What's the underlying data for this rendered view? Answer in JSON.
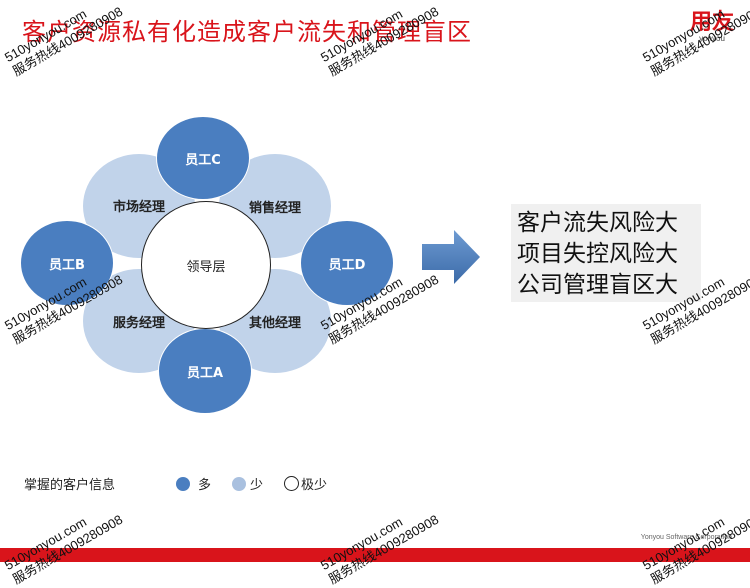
{
  "title": "客户资源私有化造成客户流失和管理盲区",
  "logo": {
    "mark": "用友",
    "sub": "yonyou"
  },
  "diagram": {
    "center": "领导层",
    "managers": [
      "市场经理",
      "销售经理",
      "服务经理",
      "其他经理"
    ],
    "staff": [
      "员工C",
      "员工B",
      "员工D",
      "员工A"
    ]
  },
  "result_lines": [
    "客户流失风险大",
    "项目失控风险大",
    "公司管理盲区大"
  ],
  "legend": {
    "label": "掌握的客户信息",
    "items": [
      "多",
      "少",
      "极少"
    ]
  },
  "footer": "Yonyou Software Corporation",
  "watermark": {
    "line1": "510yonyou.com",
    "line2": "服务热线4009280908"
  },
  "colors": {
    "brand": "#d9141b",
    "dark": "#4a7ec0",
    "light": "#bccfe8"
  }
}
